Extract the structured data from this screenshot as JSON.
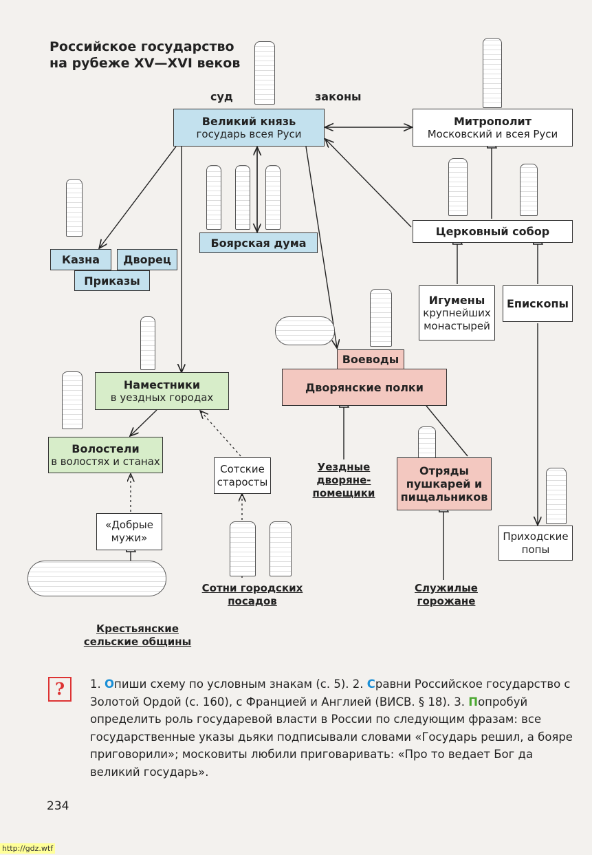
{
  "title": [
    "Российское государство",
    "на рубеже XV—XVI веков"
  ],
  "labels": {
    "court": "суд",
    "laws": "законы"
  },
  "boxes": {
    "grand_prince": {
      "title": "Великий князь",
      "sub": "государь всея Руси"
    },
    "metropolitan": {
      "title": "Митрополит",
      "sub": "Московский и всея Руси"
    },
    "boyar_duma": "Боярская дума",
    "treasury": "Казна",
    "palace": "Дворец",
    "prikazy": "Приказы",
    "church_council": "Церковный собор",
    "abbots": [
      "Игумены",
      "крупнейших",
      "монастырей"
    ],
    "bishops": "Епископы",
    "voevody": "Воеводы",
    "noble_regiments": "Дворянские полки",
    "namestniki": {
      "title": "Наместники",
      "sub": "в уездных городах"
    },
    "volosteli": {
      "title": "Волостели",
      "sub": "в волостях и станах"
    },
    "sotskie": [
      "Сотские",
      "старосты"
    ],
    "gunners": [
      "Отряды",
      "пушкарей и",
      "пищальников"
    ],
    "good_men": [
      "«Добрые",
      "мужи»"
    ],
    "parish_priests": [
      "Приходские",
      "попы"
    ]
  },
  "groups": {
    "county_nobles": [
      "Уездные",
      "дворяне-",
      "помещики"
    ],
    "townsmen": [
      "Сотни городских",
      "посадов"
    ],
    "service_townsmen": [
      "Служилые",
      "горожане"
    ],
    "peasants": [
      "Крестьянские",
      "сельские общины"
    ]
  },
  "questions": {
    "mark": "?",
    "q1_num": "1. ",
    "q1_first": "О",
    "q1_rest": "пиши схему по условным знакам (с. 5). 2. ",
    "q2_first": "С",
    "q2_rest": "равни Российское государство с Золотой Ордой (с. 160), с Францией и Англией (ВИСВ. § 18). 3. ",
    "q3_first": "П",
    "q3_rest": "опробуй определить роль государевой власти в России по следующим фразам: все государственные указы дьяки подписывали словами «Государь решил, а бояре приговорили»; московиты любили приговаривать: «Про то ведает Бог да великий государь»."
  },
  "page_number": "234",
  "watermark": "http://gdz.wtf"
}
